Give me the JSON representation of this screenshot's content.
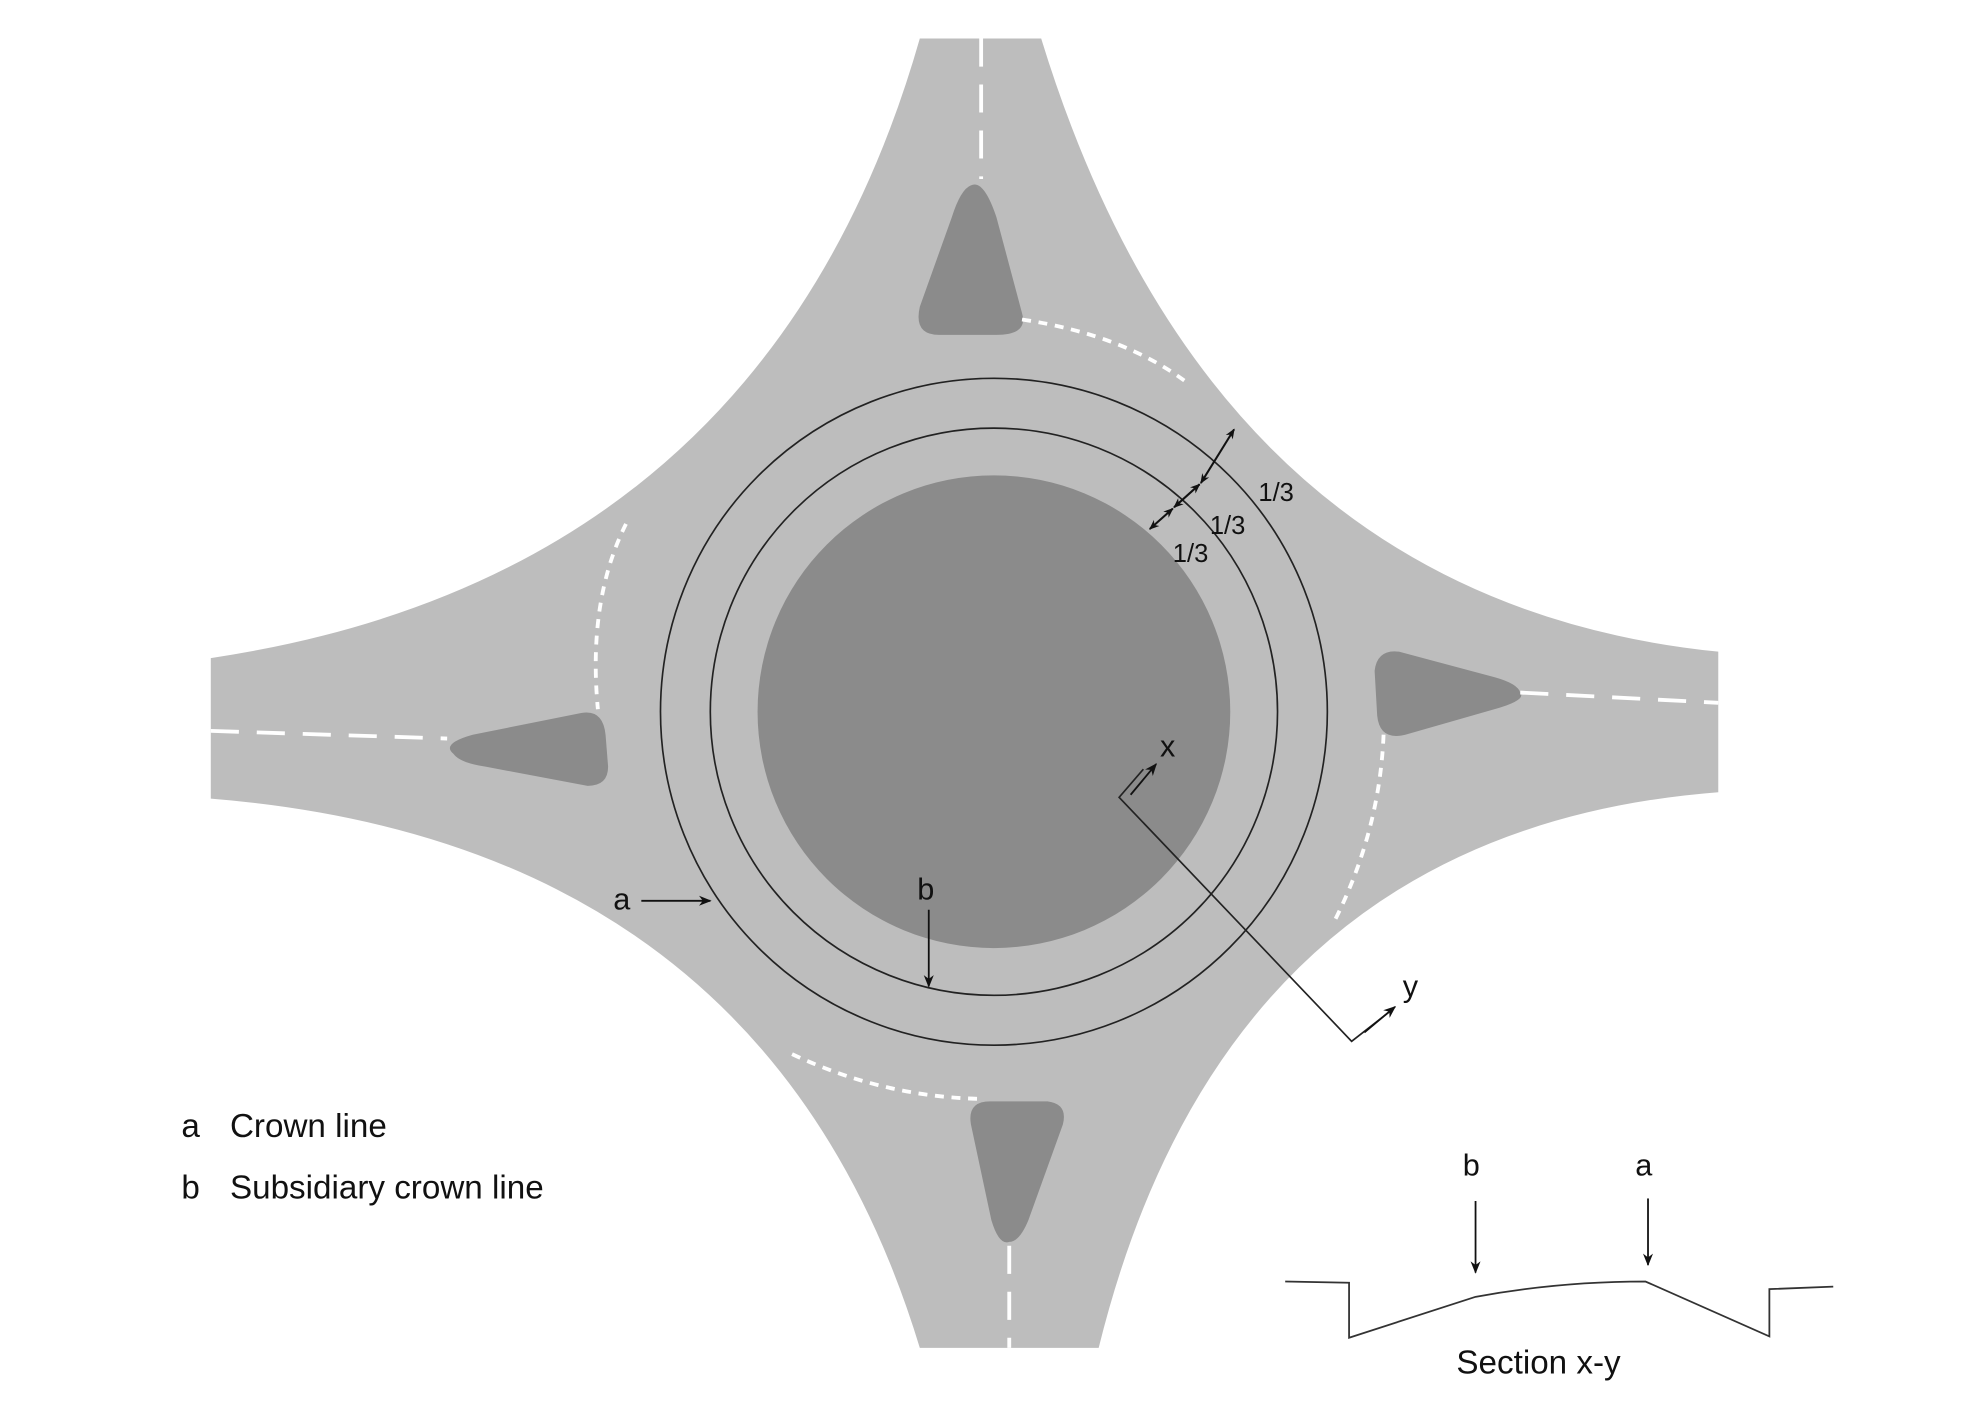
{
  "diagram": {
    "colors": {
      "road": "#bdbdbd",
      "island": "#8b8b8b",
      "line": "#222222",
      "marking": "#ffffff"
    },
    "thirds_labels": [
      "1/3",
      "1/3",
      "1/3"
    ],
    "point_labels": {
      "a": "a",
      "b": "b",
      "x": "x",
      "y": "y"
    },
    "legend": [
      {
        "key": "a",
        "text": "Crown line"
      },
      {
        "key": "b",
        "text": "Subsidiary crown line"
      }
    ],
    "section": {
      "title": "Section x-y",
      "marker_a": "a",
      "marker_b": "b"
    }
  }
}
